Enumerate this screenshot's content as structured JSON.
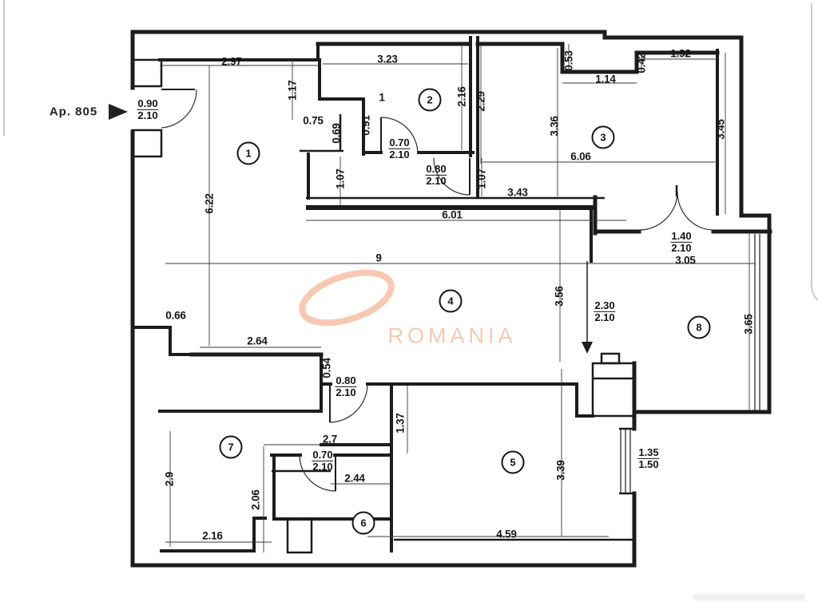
{
  "apartment": {
    "label": "Ap. 805"
  },
  "watermark": {
    "text": "ROMANIA",
    "color": "#f7c9b3"
  },
  "rooms": [
    "1",
    "2",
    "3",
    "4",
    "5",
    "6",
    "7",
    "8"
  ],
  "doors": {
    "entrance": {
      "w": "0.90",
      "h": "2.10"
    },
    "room2": {
      "w": "0.70",
      "h": "2.10"
    },
    "hall_top": {
      "w": "0.80",
      "h": "2.10"
    },
    "balcony_double": {
      "w": "1.40",
      "h": "2.10"
    },
    "room4_opening": {
      "w": "2.30",
      "h": "2.10"
    },
    "hall_bottom": {
      "w": "0.80",
      "h": "2.10"
    },
    "room6": {
      "w": "0.70",
      "h": "2.10"
    },
    "window_right": {
      "w": "1.35",
      "h": "1.50"
    }
  },
  "dims": {
    "horizontal": [
      "2.97",
      "3.23",
      "1.14",
      "1.92",
      "0.75",
      "1",
      "3.43",
      "6.01",
      "6.06",
      "3.05",
      "9",
      "0.66",
      "2.64",
      "2.7",
      "2.44",
      "2.16",
      "4.59"
    ],
    "vertical": [
      "6.22",
      "1.17",
      "0.69",
      "0.91",
      "2.16",
      "2.29",
      "1.07",
      "1.07",
      "0.53",
      "0.42",
      "3.36",
      "3.45",
      "3.56",
      "3.65",
      "0.54",
      "1.37",
      "2.9",
      "2.06",
      "3.39"
    ]
  },
  "colors": {
    "wall": "#1c1c1c",
    "dimline": "#3a3a3a"
  }
}
